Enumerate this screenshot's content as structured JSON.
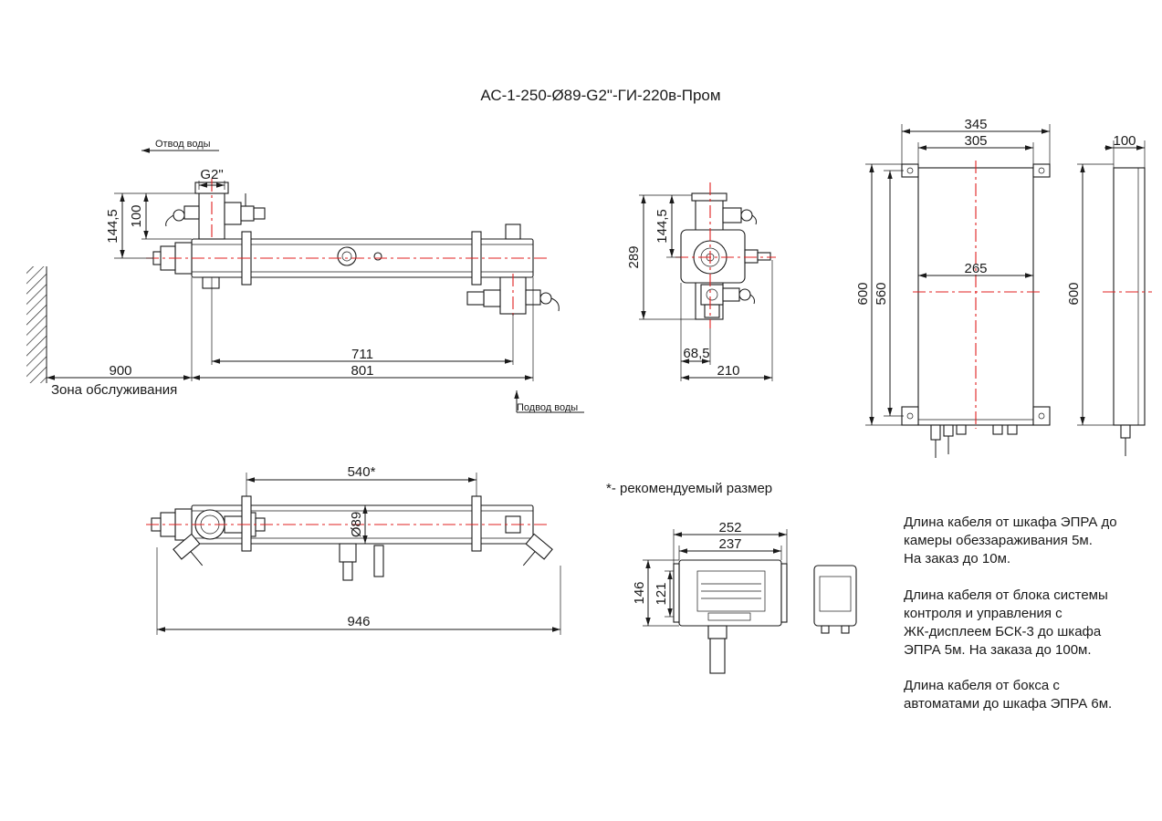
{
  "title": "АС-1-250-Ø89-G2\"-ГИ-220в-Пром",
  "labels": {
    "outlet": "Отвод воды",
    "inlet": "Подвод воды",
    "service_zone": "Зона обслуживания",
    "thread": "G2\"",
    "recommended": "*- рекомендуемый размер"
  },
  "dims": {
    "front": {
      "h1": "144,5",
      "h2": "100",
      "l1": "711",
      "l2": "801",
      "zone": "900"
    },
    "side": {
      "h1": "144,5",
      "h2": "289",
      "w1": "68,5",
      "w2": "210"
    },
    "cabinet": {
      "w1": "345",
      "w2": "305",
      "w3": "265",
      "h1": "600",
      "h2": "560",
      "depth": "100",
      "h3": "600"
    },
    "top": {
      "l1": "540*",
      "dia": "Ø89",
      "l2": "946"
    },
    "panel": {
      "w1": "252",
      "w2": "237",
      "h1": "146",
      "h2": "121"
    }
  },
  "notes": [
    "Длина кабеля от шкафа ЭПРА до\nкамеры обеззараживания 5м.\nНа заказ до 10м.",
    "Длина кабеля от блока системы\nконтроля и управления с\nЖК-дисплеем БСК-3 до шкафа\nЭПРА 5м. На заказа до 100м.",
    "Длина кабеля от бокса с\nавтоматами до шкафа ЭПРА 6м."
  ],
  "colors": {
    "line": "#1a1a1a",
    "centerline": "#e02020"
  }
}
